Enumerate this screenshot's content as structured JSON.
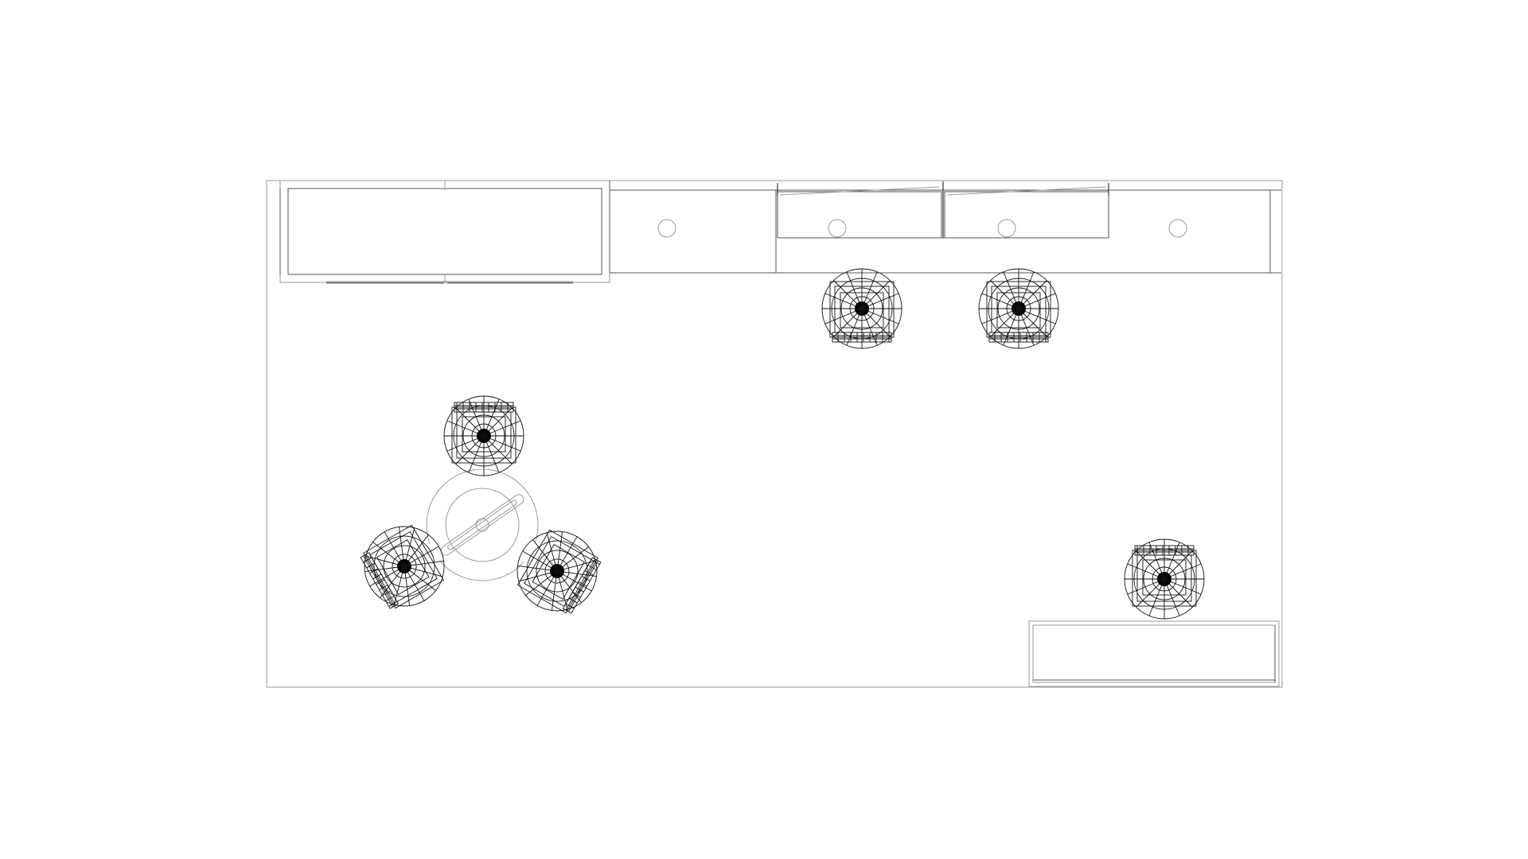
{
  "diagram": {
    "kind": "floor-plan",
    "view": "top",
    "style": "wireframe",
    "stroke_color": "#111111",
    "light_stroke_color": "#9a9a9a",
    "background": "#ffffff",
    "labels": []
  },
  "components": {
    "booth_outline": "booth-floor-outline",
    "storage_room": "closet-with-sliding-doors",
    "back_counter": "counter-with-4-grommets",
    "display_shelves": 2,
    "reception_desk": "reception-desk",
    "meeting_table": "round-table-with-3-chairs",
    "counter_stools": 2,
    "desk_chair": 1
  }
}
